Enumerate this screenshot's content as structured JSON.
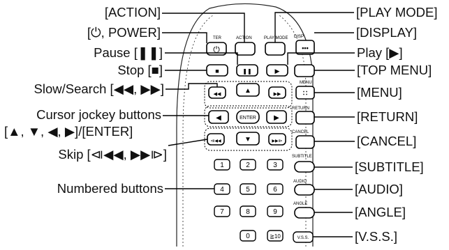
{
  "left_labels": {
    "action": "[ACTION]",
    "power": "[⏻, POWER]",
    "pause": "Pause [❚❚]",
    "stop": "Stop [■]",
    "slow_search": "Slow/Search [◀◀, ▶▶]",
    "cursor_line1": "Cursor jockey buttons",
    "cursor_line2": "[▲, ▼, ◀, ▶]/[ENTER]",
    "skip": "Skip [⧏◀◀, ▶▶⧐]",
    "numbered": "Numbered buttons"
  },
  "right_labels": {
    "play_mode": "[PLAY MODE]",
    "display": "[DISPLAY]",
    "play": "Play [▶]",
    "top_menu": "[TOP MENU]",
    "menu": "[MENU]",
    "return": "[RETURN]",
    "cancel": "[CANCEL]",
    "subtitle": "[SUBTITLE]",
    "audio": "[AUDIO]",
    "angle": "[ANGLE]",
    "vss": "[V.S.S.]"
  },
  "remote_text": {
    "power_small": "TER",
    "action_small": "ACTION",
    "play_mode_small": "PLAY MODE",
    "display_small": "DISP",
    "menu_small": "MENU",
    "return_small": "RETURN",
    "cancel_small": "CANCEL",
    "subtitle_small": "SUBTITLE",
    "audio_small": "AUDIO",
    "angle_small": "ANGLE",
    "enter": "ENTER",
    "vss_button": "V.S.S.",
    "num_1": "1",
    "num_2": "2",
    "num_3": "3",
    "num_4": "4",
    "num_5": "5",
    "num_6": "6",
    "num_7": "7",
    "num_8": "8",
    "num_9": "9",
    "num_0": "0",
    "num_10": "≧10"
  },
  "icons": {
    "power_icon": "⏻",
    "stop_icon": "■",
    "pause_icon": "❚❚",
    "play_icon": "▶",
    "rew_icon": "◀◀",
    "ff_icon": "▶▶",
    "up_icon": "▲",
    "down_icon": "▼",
    "left_icon": "◀",
    "right_icon": "▶",
    "skip_prev_icon": "⧏◀◀",
    "skip_next_icon": "▶▶⧐",
    "display_icon": "•••",
    "menu_icon": "∷"
  }
}
